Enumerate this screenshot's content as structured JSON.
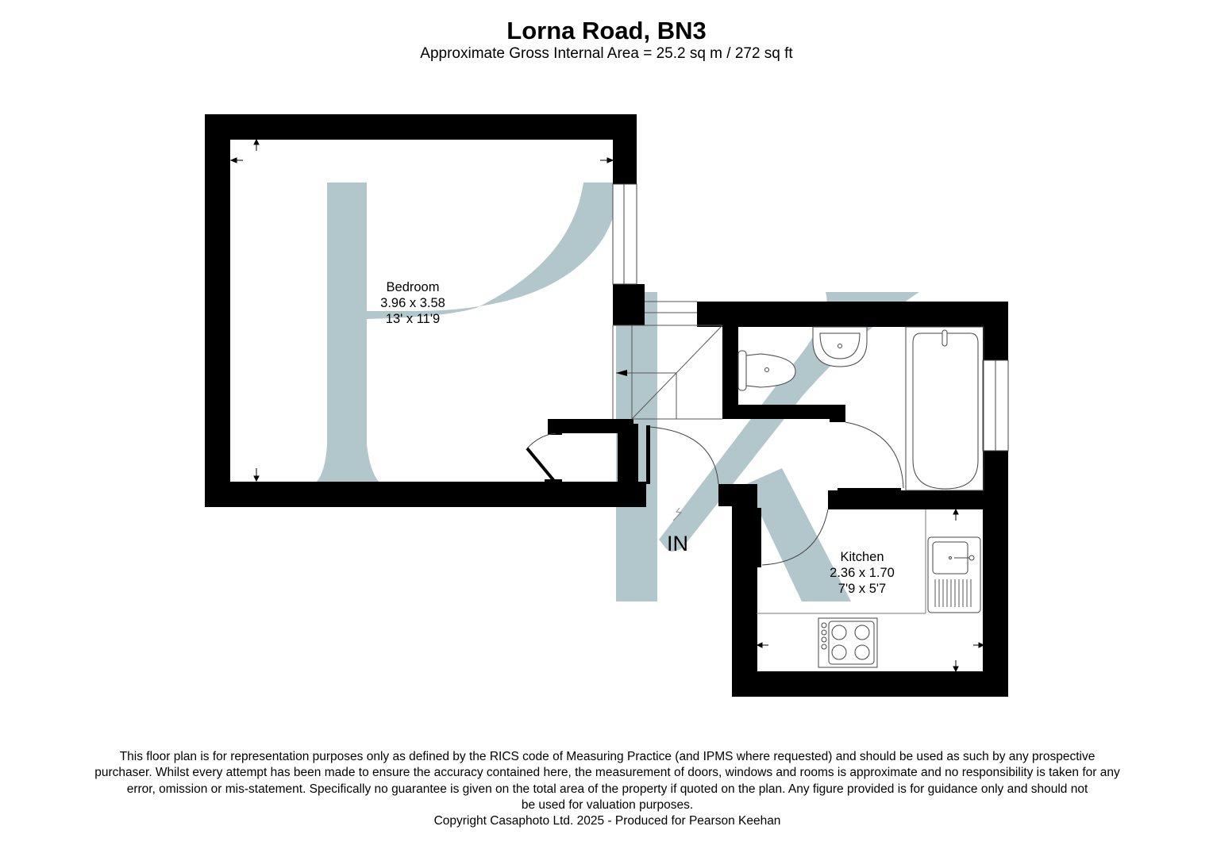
{
  "header": {
    "title": "Lorna Road, BN3",
    "subtitle": "Approximate Gross Internal Area = 25.2 sq m / 272 sq ft"
  },
  "rooms": [
    {
      "name": "Bedroom",
      "metric": "3.96 x 3.58",
      "imperial": "13' x 11'9"
    },
    {
      "name": "Kitchen",
      "metric": "2.36 x 1.70",
      "imperial": "7'9 x 5'7"
    }
  ],
  "entrance": {
    "label": "IN"
  },
  "watermark": {
    "text": "PK",
    "color": "#b2c7cb"
  },
  "colors": {
    "wall": "#000000",
    "fixture_line": "#555555",
    "background": "#ffffff"
  },
  "fixtures": [
    "wc-toilet",
    "wash-basin",
    "bath",
    "kitchen-sink",
    "hob",
    "stairs"
  ],
  "footer": {
    "disclaimer_lines": [
      "This floor plan is for representation purposes only as defined by the RICS code of Measuring Practice (and IPMS where requested) and should be used as such by any prospective",
      "purchaser. Whilst every attempt has been made to ensure the accuracy contained here, the measurement of doors, windows and rooms is approximate and no responsibility is taken for any",
      "error, omission or mis-statement. Specifically no guarantee is given on the total area of the property if quoted on the plan. Any figure provided is for guidance only and should not",
      "be used for valuation purposes."
    ],
    "copyright": "Copyright Casaphoto Ltd. 2025 - Produced for Pearson Keehan"
  }
}
